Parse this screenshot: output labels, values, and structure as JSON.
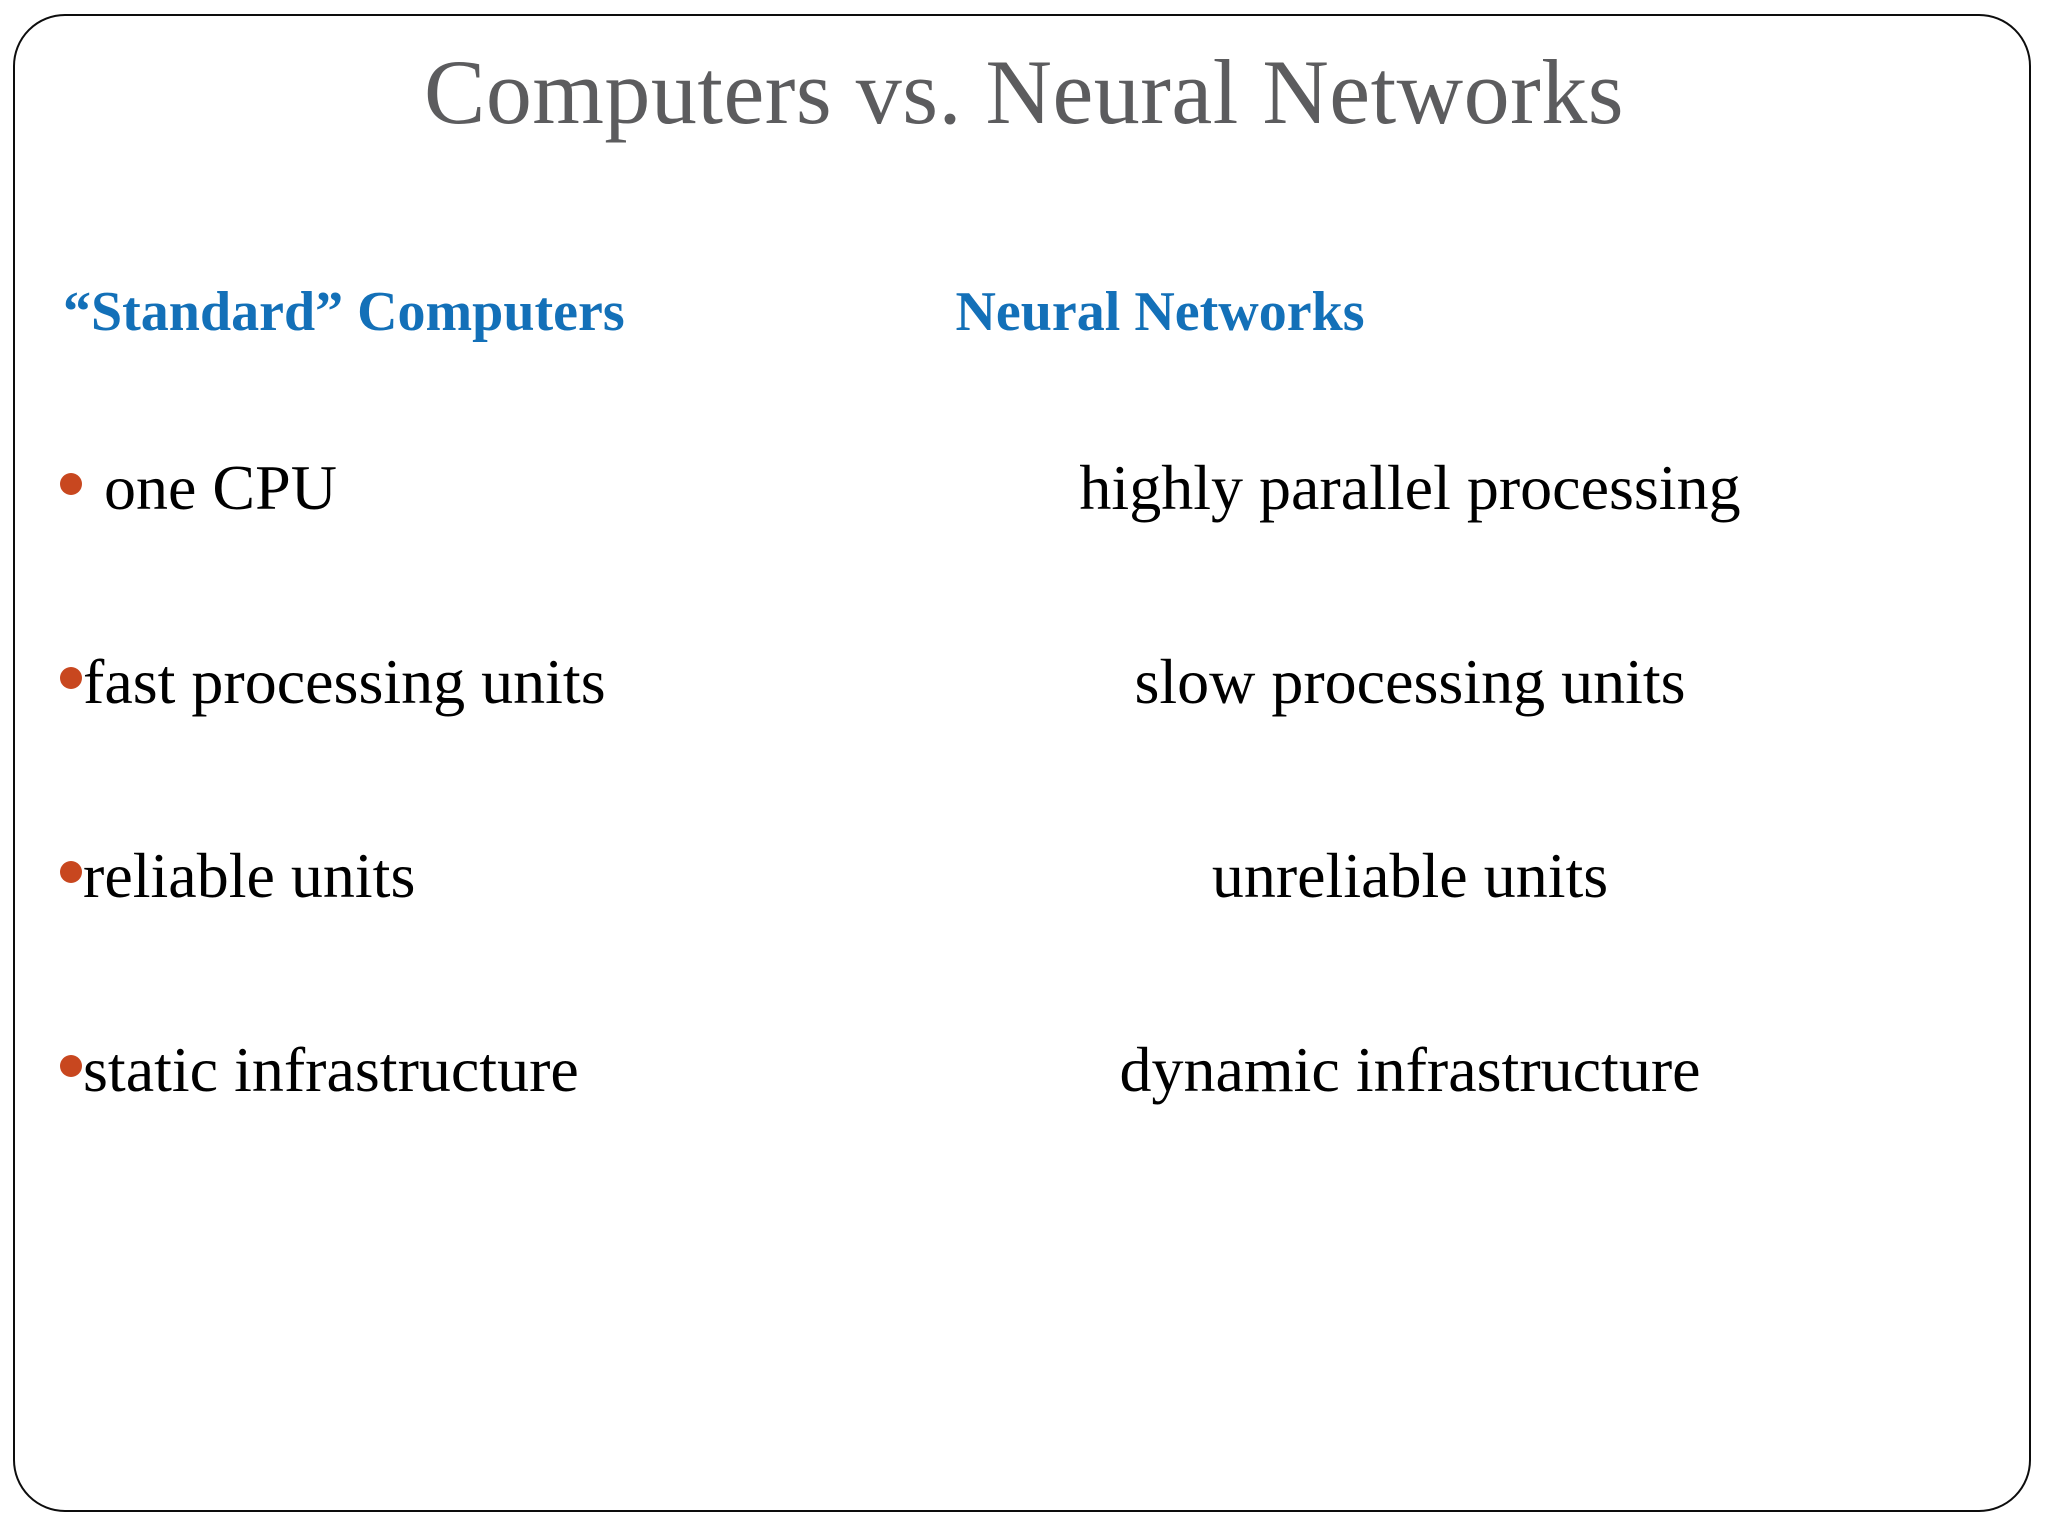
{
  "slide": {
    "title": "Computers vs. Neural Networks",
    "title_color": "#5c5c5e",
    "background_color": "#ffffff",
    "border_color": "#0d0d0d",
    "accent_heading_color": "#1370b8",
    "bullet_color": "#c8471f",
    "body_text_color": "#000000"
  },
  "columns": {
    "left": {
      "header": "“Standard” Computers"
    },
    "right": {
      "header": "Neural Networks"
    }
  },
  "rows": [
    {
      "left": "one CPU",
      "right": "highly parallel processing",
      "bullet": "bullet-dot",
      "spacing": "wide"
    },
    {
      "left": "fast processing units",
      "right": "slow processing units",
      "bullet": "bullet-dot",
      "spacing": "tight"
    },
    {
      "left": "reliable units",
      "right": "unreliable units",
      "bullet": "bullet-dot",
      "spacing": "tight"
    },
    {
      "left": "static infrastructure",
      "right": "dynamic infrastructure",
      "bullet": "bullet-dot",
      "spacing": "tight"
    }
  ]
}
